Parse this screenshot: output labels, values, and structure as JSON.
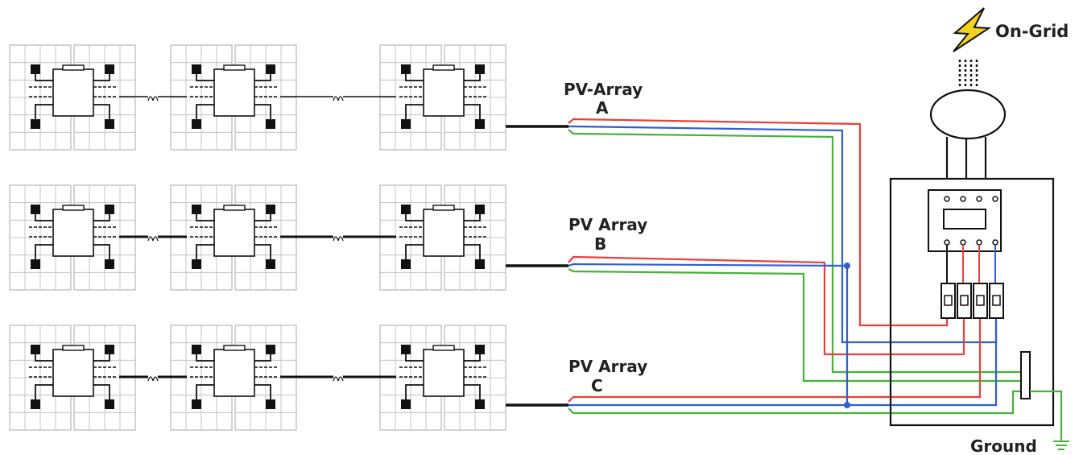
{
  "diagram": {
    "arrays": [
      {
        "line1": "PV-Array",
        "line2": "A"
      },
      {
        "line1": "PV Array",
        "line2": "B"
      },
      {
        "line1": "PV Array",
        "line2": "C"
      }
    ],
    "on_grid_label": "On-Grid",
    "ground_label": "Ground",
    "panels_per_row": 3,
    "rows": 3
  },
  "colors": {
    "red": "#e8413c",
    "blue": "#2d5fd6",
    "green": "#45b23a",
    "black": "#111111",
    "panel_grid": "#b8b8b8",
    "bolt": "#f2d21b"
  },
  "icons": [
    "lightning-bolt-icon",
    "ground-symbol-icon"
  ]
}
